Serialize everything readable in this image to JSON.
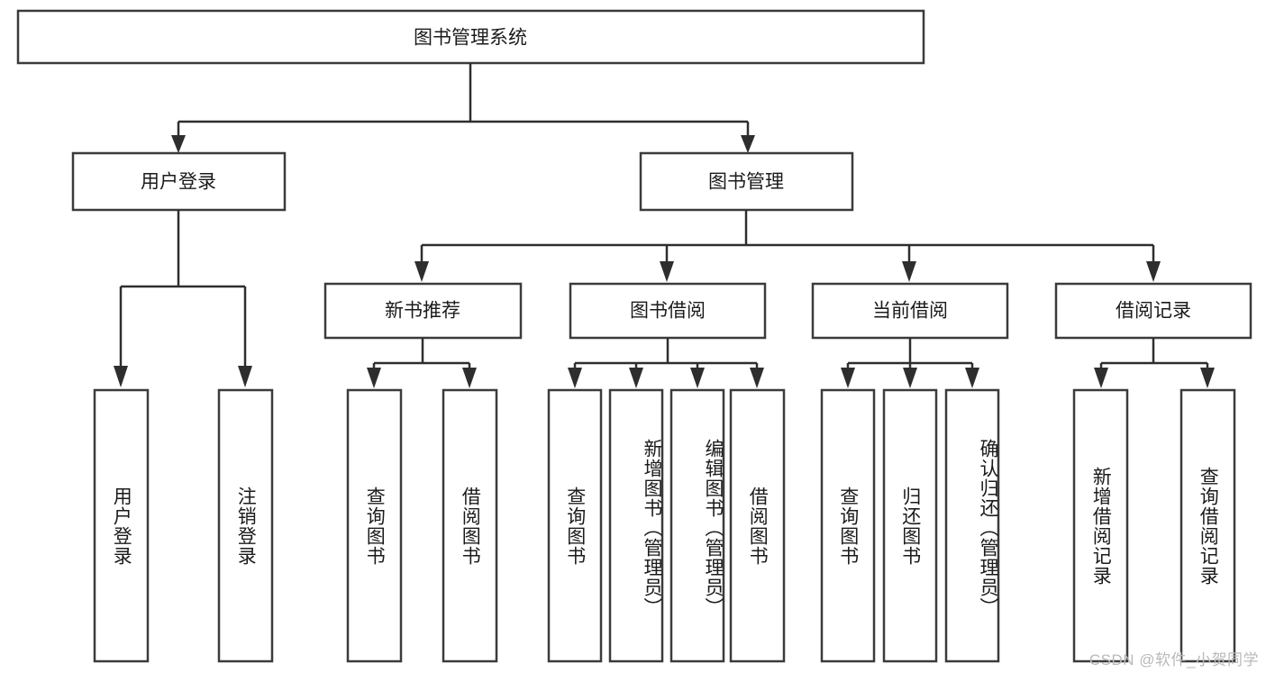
{
  "diagram": {
    "type": "tree-hierarchy-chart",
    "title": "图书管理系统",
    "watermark": "CSDN @软件_小贺同学",
    "colors": {
      "box_stroke": "#3b3b3b",
      "connector": "#2e2e2e",
      "box_fill": "#ffffff",
      "text": "#1b1b1b",
      "watermark": "#b9b9b9",
      "background": "#ffffff"
    },
    "levels": {
      "root": {
        "label": "图书管理系统"
      },
      "level2": [
        {
          "label": "用户登录"
        },
        {
          "label": "图书管理"
        }
      ],
      "level3": [
        {
          "label": "新书推荐"
        },
        {
          "label": "图书借阅"
        },
        {
          "label": "当前借阅"
        },
        {
          "label": "借阅记录"
        }
      ],
      "leaves": {
        "user_login": [
          {
            "label": "用户登录"
          },
          {
            "label": "注销登录"
          }
        ],
        "new_book_recommend": [
          {
            "label": "查询图书"
          },
          {
            "label": "借阅图书"
          }
        ],
        "book_borrow": [
          {
            "label": "查询图书"
          },
          {
            "label": "新增图书（管理员）"
          },
          {
            "label": "编辑图书（管理员）"
          },
          {
            "label": "借阅图书"
          }
        ],
        "current_borrow": [
          {
            "label": "查询图书"
          },
          {
            "label": "归还图书"
          },
          {
            "label": "确认归还（管理员）"
          }
        ],
        "borrow_records": [
          {
            "label": "新增借阅记录"
          },
          {
            "label": "查询借阅记录"
          }
        ]
      }
    }
  }
}
